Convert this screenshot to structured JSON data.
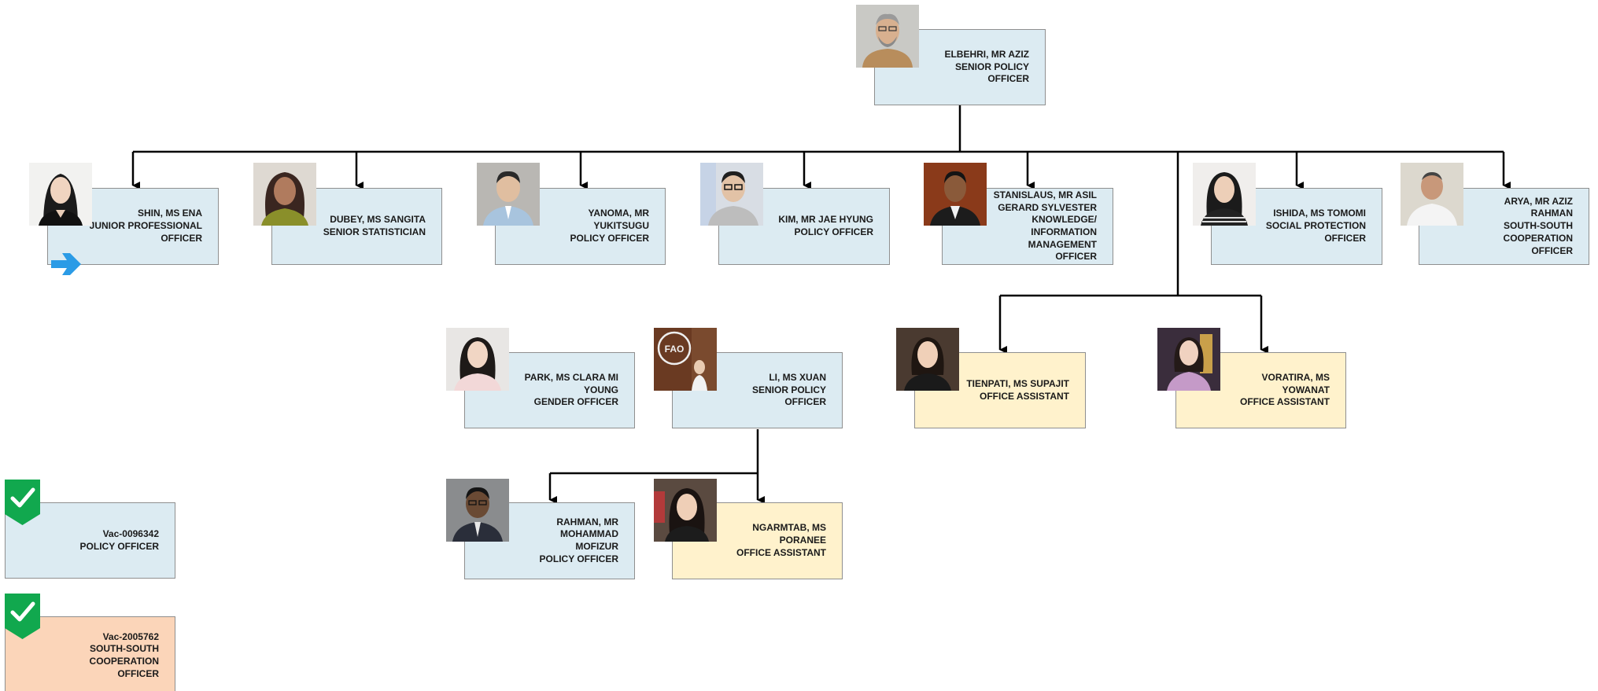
{
  "colors": {
    "box_blue": "#dcebf2",
    "box_yellow": "#fff2cc",
    "box_orange": "#fbd5b9",
    "line": "#000000",
    "check_green": "#11a84e",
    "arrow_blue": "#2b9be6"
  },
  "nodes": {
    "elbehri": "ELBEHRI, MR AZIZ\nSENIOR POLICY\nOFFICER",
    "shin": "SHIN, MS ENA\nJUNIOR PROFESSIONAL\nOFFICER",
    "dubey": "DUBEY, MS SANGITA\nSENIOR STATISTICIAN",
    "yanoma": "YANOMA, MR\nYUKITSUGU\nPOLICY OFFICER",
    "kim": "KIM, MR JAE HYUNG\nPOLICY OFFICER",
    "stanislaus": "STANISLAUS, MR ASIL\nGERARD SYLVESTER\nKNOWLEDGE/\nINFORMATION\nMANAGEMENT\nOFFICER",
    "ishida": "ISHIDA, MS TOMOMI\nSOCIAL PROTECTION\nOFFICER",
    "arya": "ARYA, MR AZIZ\nRAHMAN\nSOUTH-SOUTH\nCOOPERATION\nOFFICER",
    "park": "PARK, MS CLARA MI\nYOUNG\nGENDER OFFICER",
    "li": "LI, MS XUAN\nSENIOR POLICY\nOFFICER",
    "tienpati": "TIENPATI, MS SUPAJIT\nOFFICE ASSISTANT",
    "voratira": "VORATIRA, MS\nYOWANAT\nOFFICE ASSISTANT",
    "rahman": "RAHMAN, MR\nMOHAMMAD\nMOFIZUR\nPOLICY OFFICER",
    "ngarmtab": "NGARMTAB, MS\nPORANEE\nOFFICE ASSISTANT",
    "vac1": "Vac-0096342\nPOLICY OFFICER",
    "vac2": "Vac-2005762\nSOUTH-SOUTH\nCOOPERATION\nOFFICER"
  },
  "icons": {
    "check": "checkmark-badge-icon",
    "arrow": "arrow-right-icon",
    "photo": "person-photo-icon",
    "fao_logo": "fao-logo-icon"
  }
}
